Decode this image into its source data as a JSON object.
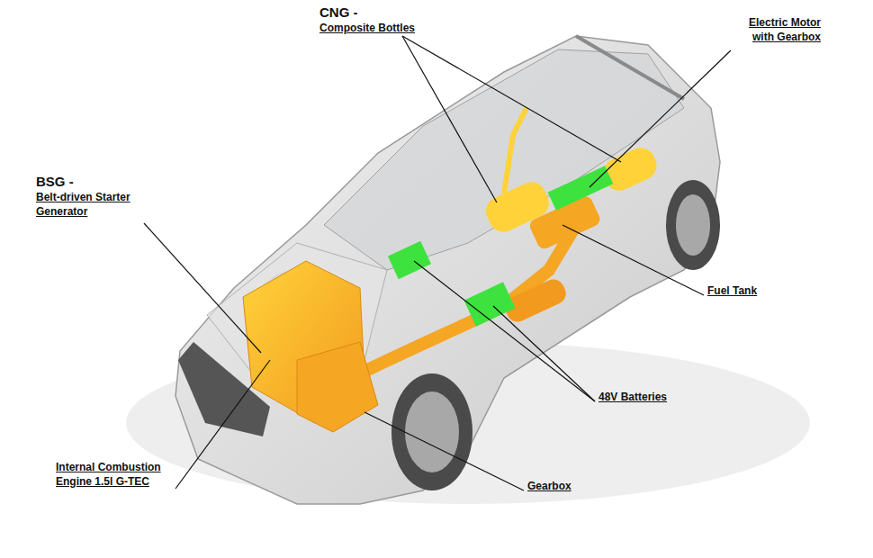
{
  "diagram": {
    "labels": [
      "CNG -",
      "Composite Bottles",
      "Electric Motor with Gearbox",
      "BSG -",
      "Belt-driven Starter Generator",
      "Fuel Tank",
      "48V Batteries",
      "Internal Combustion Engine 1.5l G-TEC",
      "Gearbox"
    ]
  }
}
